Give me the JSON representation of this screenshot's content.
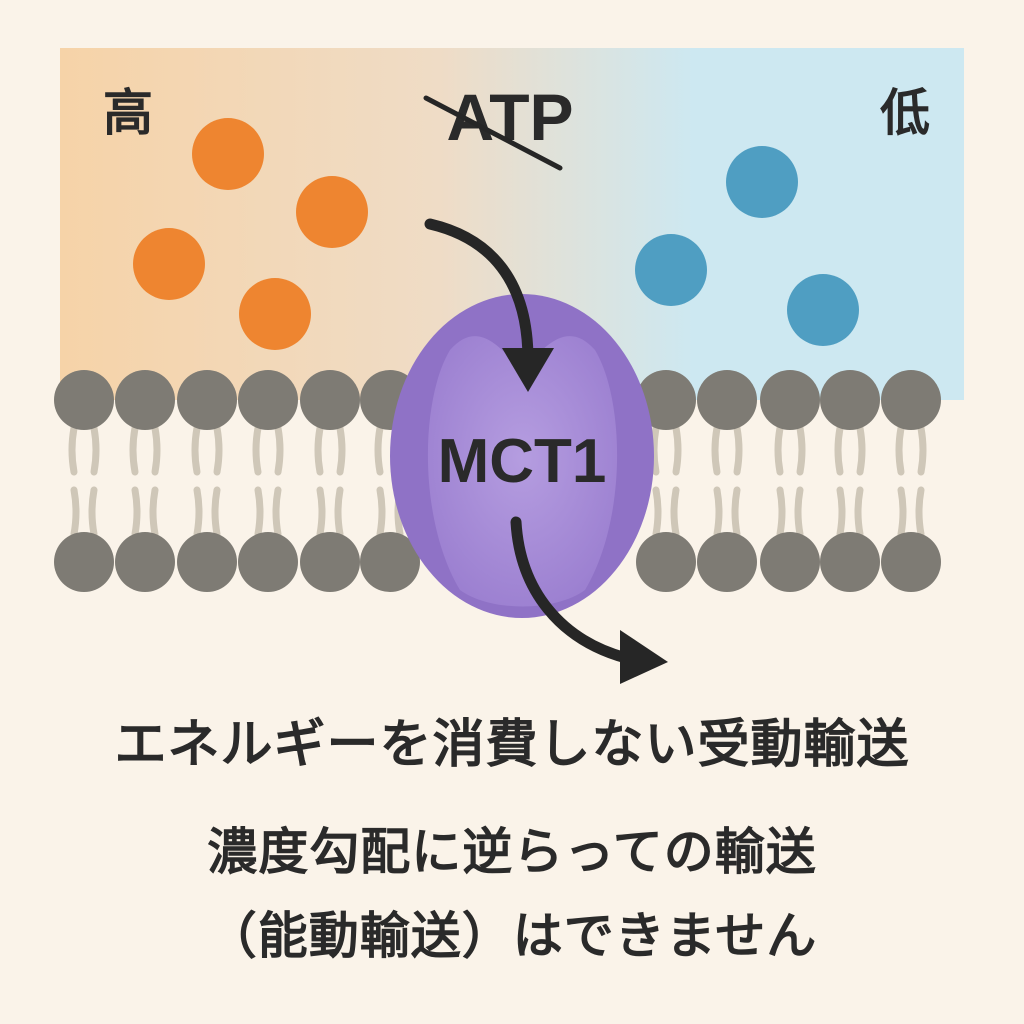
{
  "labels": {
    "high": "高",
    "low": "低",
    "atp": "ATP",
    "transporter": "MCT1"
  },
  "captions": {
    "main": "エネルギーを消費しない受動輸送",
    "sub_line1": "濃度勾配に逆らっての輸送",
    "sub_line2": "（能動輸送）はできません"
  },
  "colors": {
    "high_side": "#f6d3a8",
    "low_side": "#cde8f1",
    "high_molecule": "#ee8530",
    "low_molecule": "#4f9ec2",
    "phospholipid_head": "#7e7b74",
    "phospholipid_tail": "#cfc7b8",
    "transporter": "#9b7fd0",
    "transporter_inner": "#b59de0",
    "arrow": "#262626",
    "text": "#2a2a2a",
    "background": "#faf3e9"
  },
  "icons": {
    "atp_strikethrough": "strikethrough-line",
    "flow_arrow": "curved-arrow"
  }
}
